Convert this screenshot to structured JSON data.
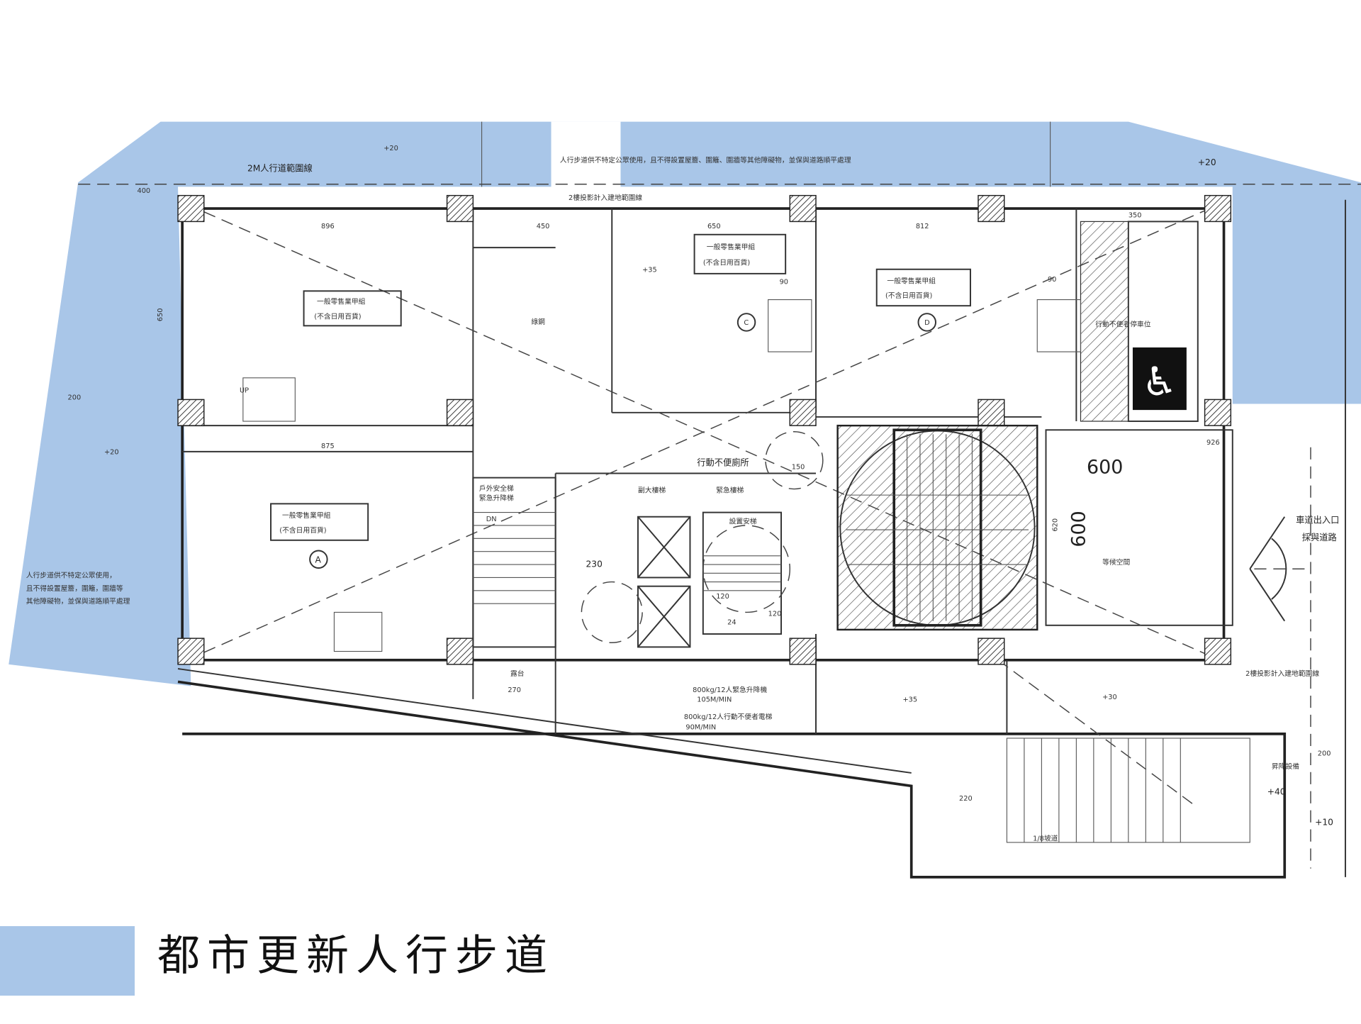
{
  "colors": {
    "walkway_blue": "#a9c6e8",
    "line": "#333333"
  },
  "legend": {
    "label": "都市更新人行步道"
  },
  "plan": {
    "top_band_note": "人行步道供不特定公眾使用，且不得設置屋簷、圍籬、圍牆等其他障礙物，並保與道路順平處理",
    "left_band_note_1": "人行步道供不特定公眾使用，",
    "left_band_note_2": "且不得設置屋簷，圍籬，圍牆等",
    "left_band_note_3": "其他障礙物，並保與道路順平處理",
    "setback_line": "2M人行道範圍線",
    "projection_line_top": "2樓投影計入建地範圍線",
    "projection_line_right": "2樓投影計入建地範圍線",
    "room_label": "一般零售業甲組",
    "room_sub": "(不含日用百貨)",
    "room_a": "A",
    "room_c": "C",
    "room_d": "D",
    "lobby": "綠鋼",
    "accessible_parking": "行動不便者停車位",
    "accessible_restroom": "行動不便廁所",
    "waiting_space": "等候空間",
    "driveway_note_1": "車道出入口",
    "driveway_note_2": "採與道路",
    "stair_label_1": "戶外安全梯",
    "stair_label_2": "緊急升降梯",
    "room_small_1": "副大樓梯",
    "room_small_2": "緊急樓梯",
    "stair_core": "設置安梯",
    "terrace": "露台",
    "ramp": "1/8坡道",
    "elev_spec_1a": "800kg/12人緊急升降機",
    "elev_spec_1b": "105M/MIN",
    "elev_spec_2a": "800kg/12人行動不便者電梯",
    "elev_spec_2b": "90M/MIN",
    "dim_600_h": "600",
    "dim_600_v": "600",
    "level_20a": "+20",
    "level_20b": "+20",
    "level_20c": "+20",
    "level_35a": "+35",
    "level_35b": "+35",
    "level_30": "+30",
    "level_40": "+40",
    "level_10": "+10",
    "dims": [
      "896",
      "450",
      "650",
      "812",
      "350",
      "875",
      "230",
      "926",
      "200",
      "200",
      "90",
      "90",
      "120",
      "120",
      "24",
      "150",
      "270",
      "650",
      "620",
      "220",
      "400"
    ],
    "up": "UP",
    "dn": "DN",
    "ramp_side": "車道出入口",
    "lift_label": "昇降設備"
  }
}
